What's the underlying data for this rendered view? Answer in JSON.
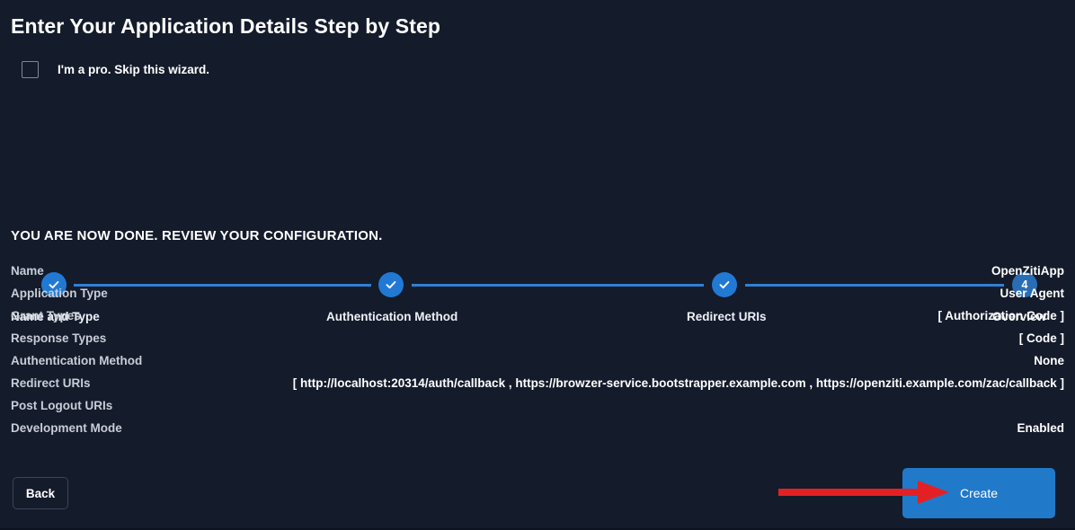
{
  "page": {
    "title": "Enter Your Application Details Step by Step",
    "background_color": "#141b2b",
    "accent_color": "#2179d4"
  },
  "skip_wizard": {
    "label": "I'm a pro. Skip this wizard.",
    "checked": false
  },
  "stepper": {
    "steps": [
      {
        "label": "Name and Type",
        "state": "complete",
        "marker": "check"
      },
      {
        "label": "Authentication Method",
        "state": "complete",
        "marker": "check"
      },
      {
        "label": "Redirect URIs",
        "state": "complete",
        "marker": "check"
      },
      {
        "label": "Overview",
        "state": "current",
        "marker": "4"
      }
    ],
    "current_step": 4,
    "complete_color": "#2179d4",
    "current_color": "#2a6db5",
    "connector_color": "#2f81d4"
  },
  "review": {
    "heading": "YOU ARE NOW DONE. REVIEW YOUR CONFIGURATION.",
    "rows": [
      {
        "key": "Name",
        "value": "OpenZitiApp"
      },
      {
        "key": "Application Type",
        "value": "User Agent"
      },
      {
        "key": "Grant Types",
        "value": "[ Authorization Code ]"
      },
      {
        "key": "Response Types",
        "value": "[ Code ]"
      },
      {
        "key": "Authentication Method",
        "value": "None"
      },
      {
        "key": "Redirect URIs",
        "value": "[ http://localhost:20314/auth/callback , https://browzer-service.bootstrapper.example.com , https://openziti.example.com/zac/callback ]"
      },
      {
        "key": "Post Logout URIs",
        "value": ""
      },
      {
        "key": "Development Mode",
        "value": "Enabled"
      }
    ]
  },
  "footer": {
    "back_label": "Back",
    "create_label": "Create",
    "create_color": "#2179c9"
  },
  "annotation": {
    "arrow_color": "#e32124",
    "points_to": "create-button"
  }
}
